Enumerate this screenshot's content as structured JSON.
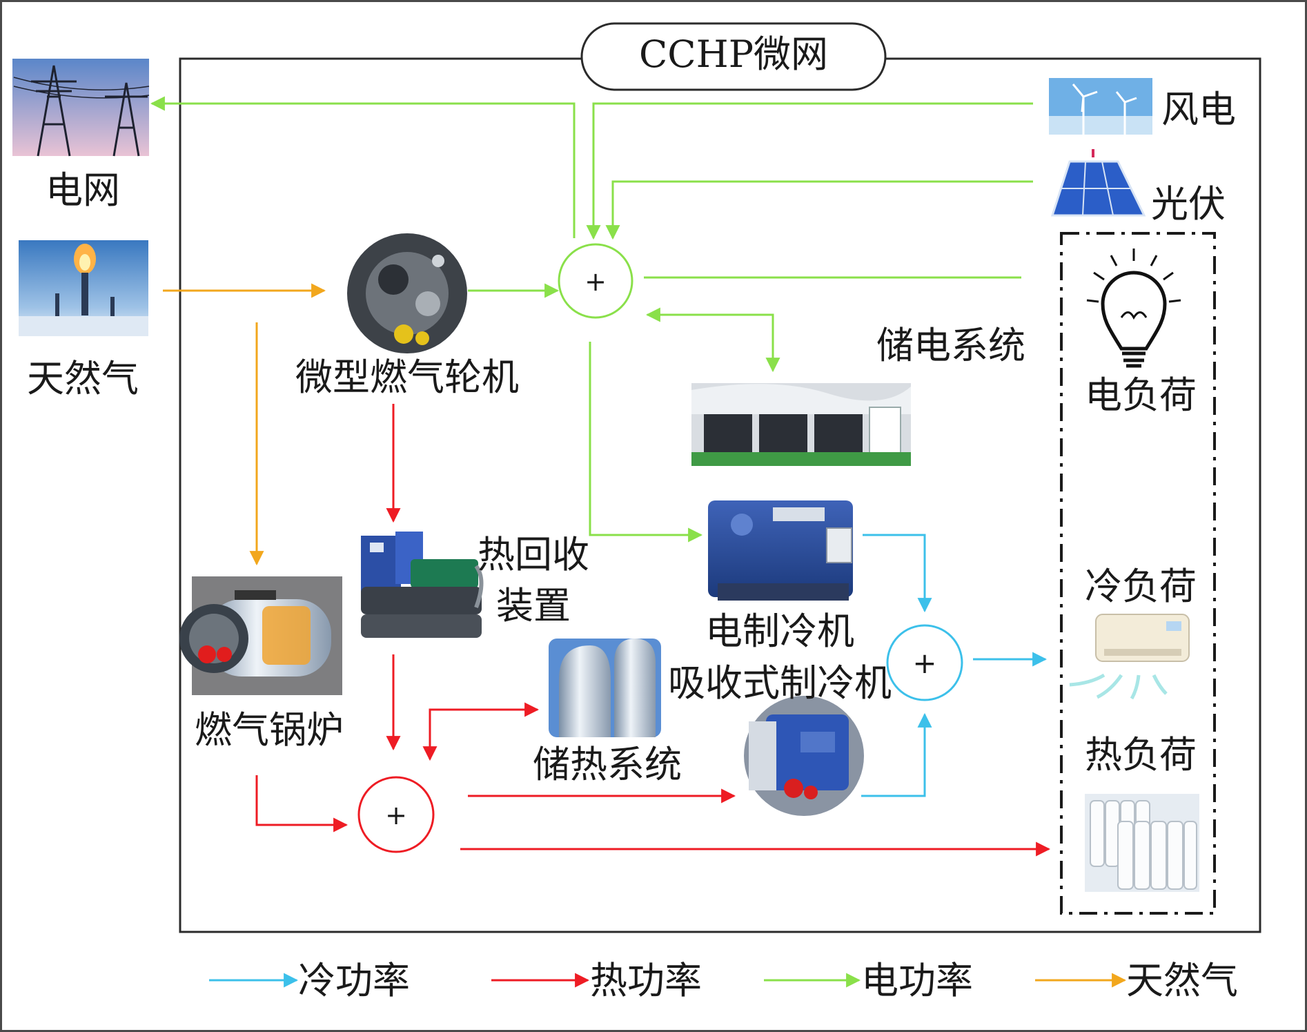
{
  "title": "CCHP微网",
  "labels": {
    "grid": "电网",
    "gas": "天然气",
    "turbine": "微型燃气轮机",
    "wind": "风电",
    "pv": "光伏",
    "battery": "储电系统",
    "elec_load": "电负荷",
    "heat_recovery_1": "热回收",
    "heat_recovery_2": "装置",
    "elec_chiller": "电制冷机",
    "boiler": "燃气锅炉",
    "abs_chiller": "吸收式制冷机",
    "heat_storage": "储热系统",
    "cool_load": "冷负荷",
    "heat_load": "热负荷"
  },
  "bus_symbol": "+",
  "legend": [
    {
      "label": "冷功率",
      "color": "#3cc0ea"
    },
    {
      "label": "热功率",
      "color": "#ee1c24"
    },
    {
      "label": "电功率",
      "color": "#8ae04a"
    },
    {
      "label": "天然气",
      "color": "#f2a71d"
    }
  ],
  "colors": {
    "cold": "#3cc0ea",
    "heat": "#ee1c24",
    "elec": "#8ae04a",
    "gas": "#f2a71d"
  }
}
